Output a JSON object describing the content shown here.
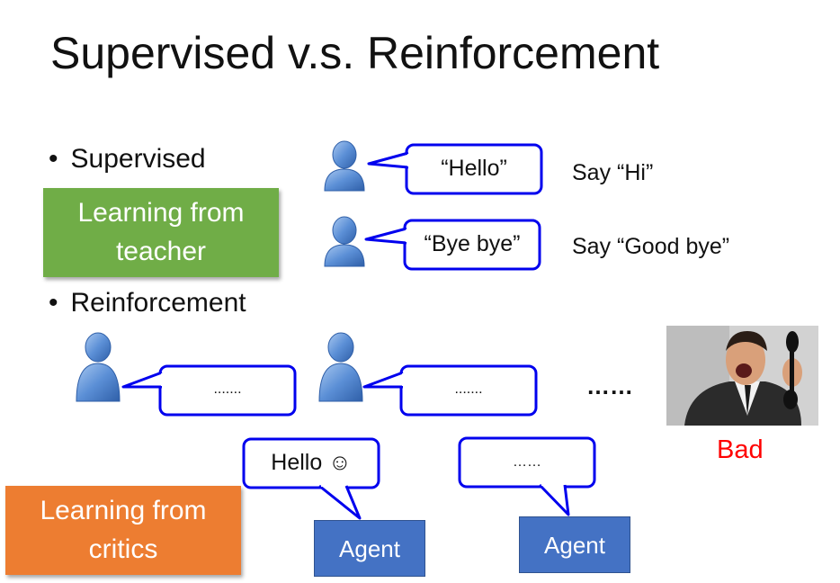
{
  "title": "Supervised v.s. Reinforcement",
  "bullets": {
    "supervised": "Supervised",
    "reinforcement": "Reinforcement"
  },
  "labels": {
    "teacher_box": [
      "Learning from",
      "teacher"
    ],
    "critics_box": [
      "Learning from",
      "critics"
    ]
  },
  "supervised_examples": [
    {
      "speech": "“Hello”",
      "response": "Say “Hi”"
    },
    {
      "speech": "“Bye bye”",
      "response": "Say “Good bye”"
    }
  ],
  "reinforcement": {
    "human_bubble_1": ".......",
    "human_bubble_2": ".......",
    "ellipsis": "……",
    "agent_bubble_1": "Hello ☺",
    "agent_bubble_2": "……",
    "agent_label_1": "Agent",
    "agent_label_2": "Agent",
    "feedback": "Bad"
  },
  "colors": {
    "bubble_border": "#0000ee",
    "teacher_box": "#70ad47",
    "critics_box": "#ed7d31",
    "agent_box": "#4472c4",
    "feedback_text": "#ff0000",
    "person_icon": "#5b8fd6"
  },
  "icons": [
    "person-icon",
    "angry-man-on-phone-photo"
  ]
}
